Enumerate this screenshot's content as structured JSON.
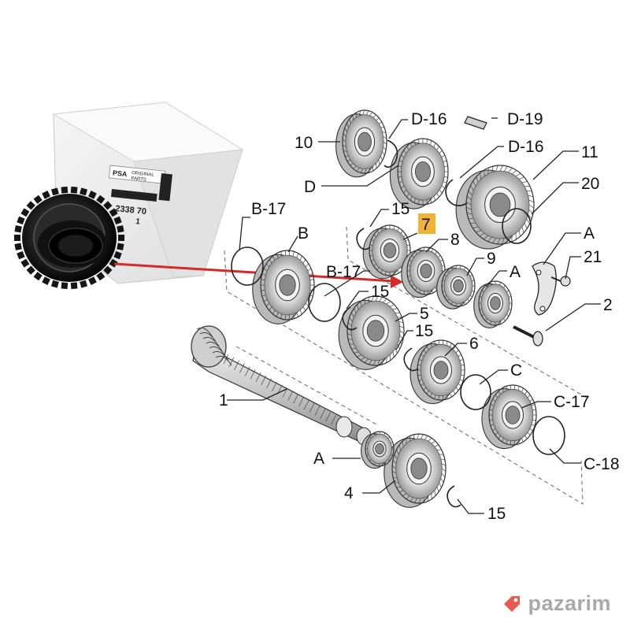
{
  "diagram": {
    "labels": {
      "l10": "10",
      "lD16a": "D-16",
      "lD19": "D-19",
      "lD16b": "D-16",
      "lD": "D",
      "l11": "11",
      "l20": "20",
      "lB17a": "B-17",
      "lB": "B",
      "l15a": "15",
      "l7": "7",
      "l8": "8",
      "lA1": "A",
      "l21": "21",
      "l9": "9",
      "lA2": "A",
      "lB17b": "B-17",
      "l15b": "15",
      "l2": "2",
      "l5": "5",
      "l15c": "15",
      "l6": "6",
      "lC": "C",
      "l1": "1",
      "lC17": "C-17",
      "lA3": "A",
      "lC18": "C-18",
      "l4": "4",
      "l15d": "15"
    },
    "highlight_color": "#f2b233",
    "arrow_color": "#d42a2a"
  },
  "product_box": {
    "brand": "PSA",
    "brand_line1": "ORIGINAL",
    "brand_line2": "PARTS",
    "part_number": "2338 70",
    "quantity": "1"
  },
  "watermark": {
    "text": "pazarim",
    "icon": "price-tag-icon",
    "color": "#e85a4f"
  }
}
